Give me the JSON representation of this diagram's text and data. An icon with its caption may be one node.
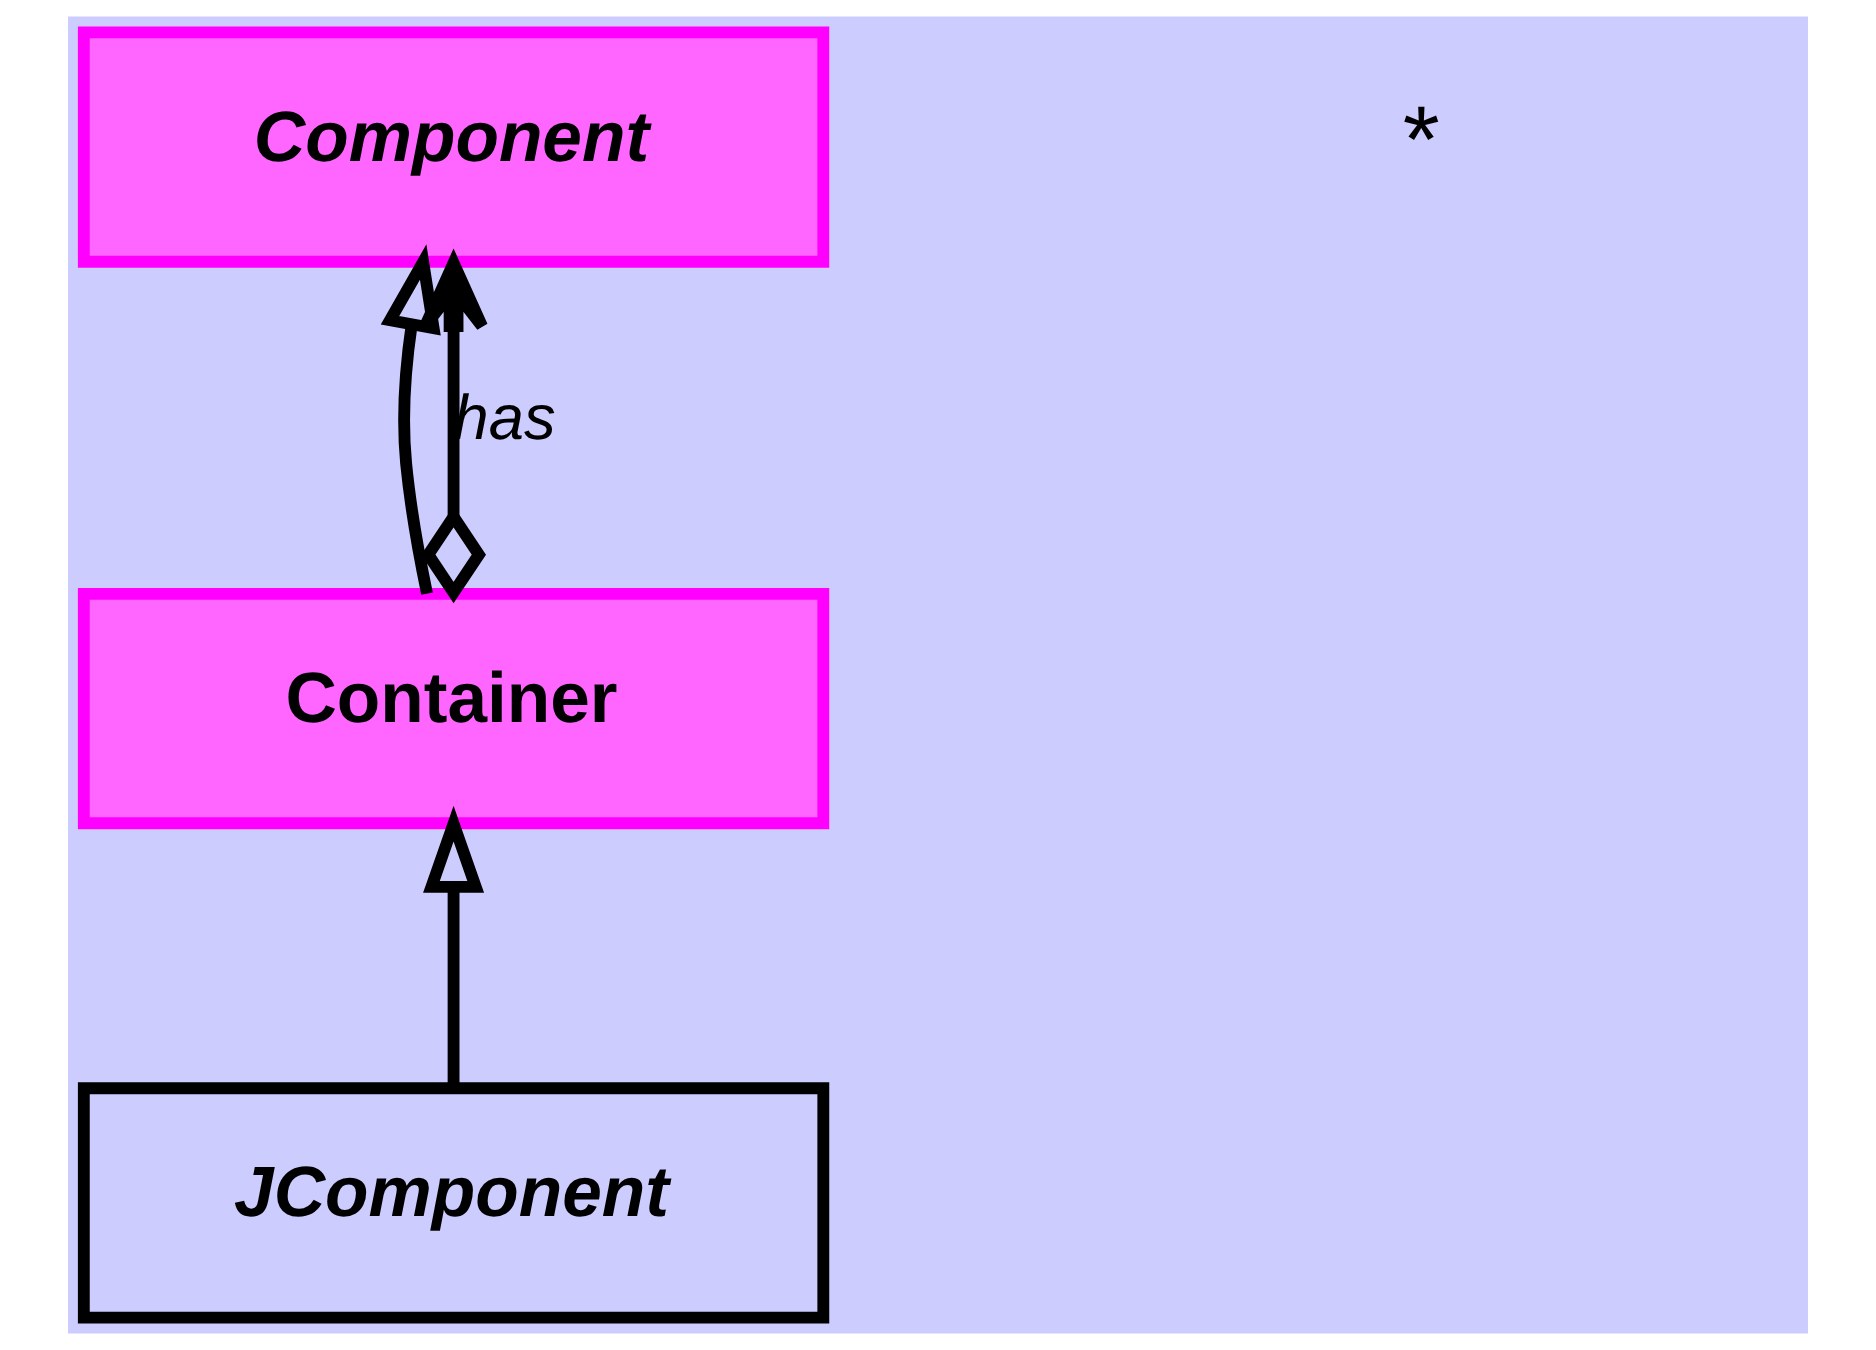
{
  "diagram": {
    "nodes": [
      {
        "text": [
          "Component"
        ]
      },
      {
        "text": [
          "Container"
        ]
      },
      {
        "text": [
          "JComponent"
        ]
      }
    ],
    "edges": [
      {
        "from": 1,
        "to": 0,
        "arrow": "to"
      },
      {
        "from": 2,
        "to": 1,
        "arrow": "to"
      },
      {
        "from": 1,
        "to": 0,
        "arrow": "to",
        "label": "has"
      }
    ],
    "labels": [
      "*"
    ]
  }
}
